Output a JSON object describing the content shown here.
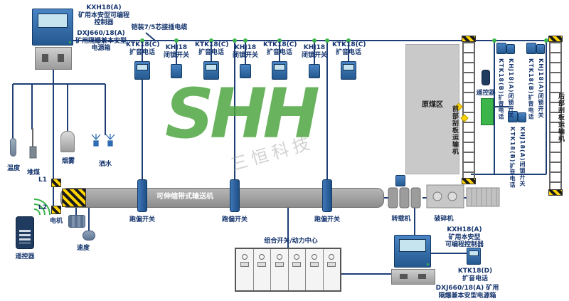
{
  "watermark": {
    "logo": "SHH",
    "sub": "三恒科技"
  },
  "top_left": {
    "controller_label": "KXH18(A)\n矿用本安型可编程\n控制器",
    "power_label": "DXJ660/18(A)\n矿用隔爆兼本安型\n电源箱",
    "cable_label": "铠装7/5芯接插电缆"
  },
  "top_row": [
    {
      "label": "KTK18(C)\n扩音电话"
    },
    {
      "label": "KHJ18\n闭锁开关"
    },
    {
      "label": "KTK18(C)\n扩音电话"
    },
    {
      "label": "KHJ18\n闭锁开关"
    },
    {
      "label": "KTK18(C)\n扩音电话"
    },
    {
      "label": "KHJ18\n闭锁开关"
    },
    {
      "label": "KTK18(C)\n扩音电话"
    }
  ],
  "sensors": {
    "temperature": "温度",
    "coal_pile": "堆煤",
    "smoke": "烟雾",
    "spray": "洒水",
    "l1": "L1",
    "l2": "L2",
    "motor": "电机",
    "speed": "速度",
    "remote": "遥控器"
  },
  "belt": {
    "label": "可伸缩带式输送机",
    "deviation": [
      "跑偏开关",
      "跑偏开关",
      "跑偏开关"
    ]
  },
  "flow": {
    "transfer": "转载机",
    "crusher": "破碎机"
  },
  "coal_area": {
    "label": "原煤区"
  },
  "right": {
    "front_conveyor": "前部刮板运输机",
    "rear_conveyor": "后部刮板运输机",
    "remote": "遥控器",
    "devices": [
      {
        "label": "KTK18(B)扩音电话"
      },
      {
        "label": "KHJ18(A)闭锁开关"
      },
      {
        "label": "KTK18(B)扩音电话"
      },
      {
        "label": "KHJ18(A)闭锁开关"
      },
      {
        "label": "KTK18(B)扩音电话"
      },
      {
        "label": "KHJ18(A)闭锁开关"
      }
    ]
  },
  "bottom": {
    "cabinet_label": "组合开关/动力中心",
    "controller_label": "KXH18(A)\n矿用本安型\n可编程控制器",
    "phone_label": "KTK18(D)\n扩音电话",
    "power_label": "DXJ660/18(A) 矿用\n隔爆兼本安型电源箱"
  },
  "colors": {
    "line": "#1e3e75",
    "device_blue": "#2e6db4",
    "accent_green": "#3bb54a",
    "belt_gray": "#a3a3a3"
  }
}
